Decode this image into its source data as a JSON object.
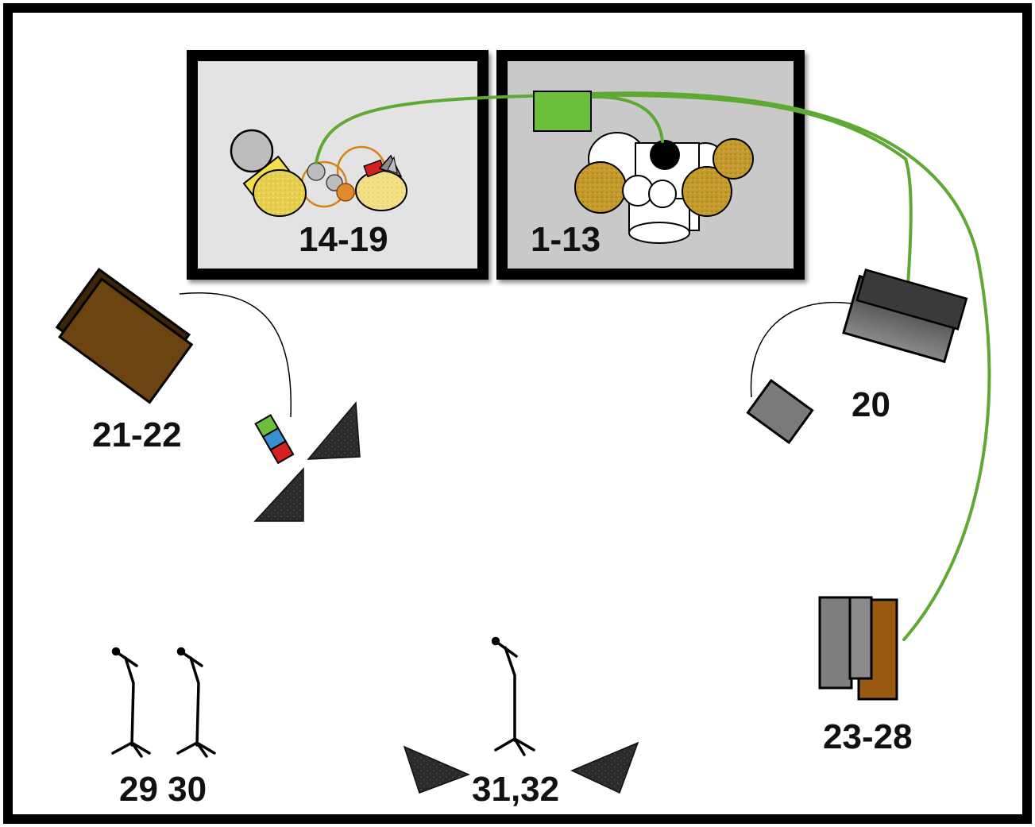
{
  "colors": {
    "frame": "#000000",
    "riser_left": "#e3e3e3",
    "riser_right": "#c9c9c9",
    "cable_green": "#5ea834",
    "di_box_green": "#6cbf3a",
    "cymbal_gold": "#c49a2c",
    "cymbal_yellow": "#e6cf4f",
    "bass_amp_brown": "#5a3810",
    "amp_gray": "#7a7a7a",
    "amp_orange": "#9a5a12",
    "wedge_black": "#2a2a2a"
  },
  "labels": {
    "riser_left": "14-19",
    "riser_right": "1-13",
    "amp_left": "21-22",
    "amp_right": "20",
    "amp_stack_right": "23-28",
    "vocal_left": "29 30",
    "vocal_center": "31,32"
  }
}
